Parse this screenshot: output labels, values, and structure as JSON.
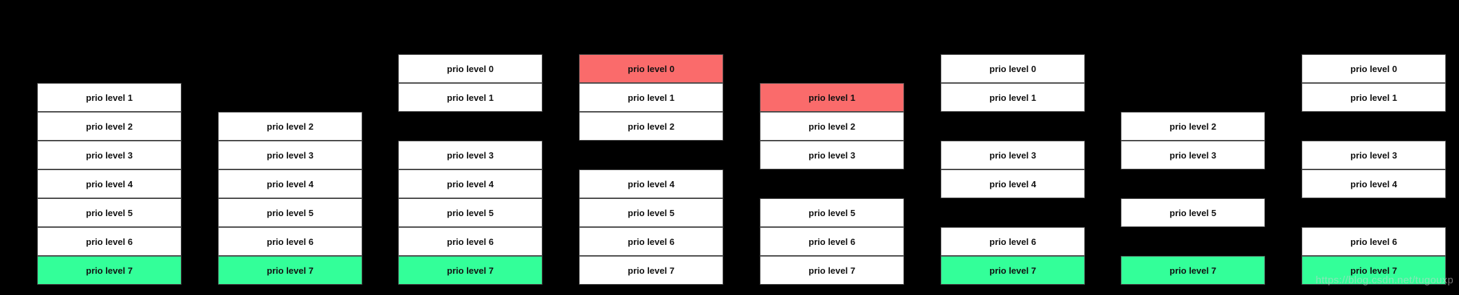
{
  "watermark": {
    "text": "https://blog.csdn.net/tugouxp"
  },
  "colors": {
    "white": "#ffffff",
    "red": "#fa6b6b",
    "green": "#33ff99",
    "background": "#000000",
    "border": "#4a4a4a"
  },
  "columns": [
    {
      "name": "queue-state-1",
      "boxes": [
        {
          "level": 1,
          "label": "prio level 1",
          "fill": "white"
        },
        {
          "level": 2,
          "label": "prio level 2",
          "fill": "white"
        },
        {
          "level": 3,
          "label": "prio level 3",
          "fill": "white"
        },
        {
          "level": 4,
          "label": "prio level 4",
          "fill": "white"
        },
        {
          "level": 5,
          "label": "prio level 5",
          "fill": "white"
        },
        {
          "level": 6,
          "label": "prio level 6",
          "fill": "white"
        },
        {
          "level": 7,
          "label": "prio level 7",
          "fill": "green"
        }
      ]
    },
    {
      "name": "queue-state-2",
      "boxes": [
        {
          "level": 2,
          "label": "prio level 2",
          "fill": "white"
        },
        {
          "level": 3,
          "label": "prio level 3",
          "fill": "white"
        },
        {
          "level": 4,
          "label": "prio level 4",
          "fill": "white"
        },
        {
          "level": 5,
          "label": "prio level 5",
          "fill": "white"
        },
        {
          "level": 6,
          "label": "prio level 6",
          "fill": "white"
        },
        {
          "level": 7,
          "label": "prio level 7",
          "fill": "green"
        }
      ]
    },
    {
      "name": "queue-state-3",
      "boxes": [
        {
          "level": 0,
          "label": "prio level 0",
          "fill": "white"
        },
        {
          "level": 1,
          "label": "prio level 1",
          "fill": "white"
        },
        {
          "level": 3,
          "label": "prio level 3",
          "fill": "white"
        },
        {
          "level": 4,
          "label": "prio level 4",
          "fill": "white"
        },
        {
          "level": 5,
          "label": "prio level 5",
          "fill": "white"
        },
        {
          "level": 6,
          "label": "prio level 6",
          "fill": "white"
        },
        {
          "level": 7,
          "label": "prio level 7",
          "fill": "green"
        }
      ]
    },
    {
      "name": "queue-state-4",
      "boxes": [
        {
          "level": 0,
          "label": "prio level 0",
          "fill": "red"
        },
        {
          "level": 1,
          "label": "prio level 1",
          "fill": "white"
        },
        {
          "level": 2,
          "label": "prio level 2",
          "fill": "white"
        },
        {
          "level": 4,
          "label": "prio level 4",
          "fill": "white"
        },
        {
          "level": 5,
          "label": "prio level 5",
          "fill": "white"
        },
        {
          "level": 6,
          "label": "prio level 6",
          "fill": "white"
        },
        {
          "level": 7,
          "label": "prio level 7",
          "fill": "white"
        }
      ]
    },
    {
      "name": "queue-state-5",
      "boxes": [
        {
          "level": 1,
          "label": "prio level 1",
          "fill": "red"
        },
        {
          "level": 2,
          "label": "prio level 2",
          "fill": "white"
        },
        {
          "level": 3,
          "label": "prio level 3",
          "fill": "white"
        },
        {
          "level": 5,
          "label": "prio level 5",
          "fill": "white"
        },
        {
          "level": 6,
          "label": "prio level 6",
          "fill": "white"
        },
        {
          "level": 7,
          "label": "prio level 7",
          "fill": "white"
        }
      ]
    },
    {
      "name": "queue-state-6",
      "boxes": [
        {
          "level": 0,
          "label": "prio level 0",
          "fill": "white"
        },
        {
          "level": 1,
          "label": "prio level 1",
          "fill": "white"
        },
        {
          "level": 3,
          "label": "prio level 3",
          "fill": "white"
        },
        {
          "level": 4,
          "label": "prio level 4",
          "fill": "white"
        },
        {
          "level": 6,
          "label": "prio level 6",
          "fill": "white"
        },
        {
          "level": 7,
          "label": "prio level 7",
          "fill": "green"
        }
      ]
    },
    {
      "name": "queue-state-7",
      "boxes": [
        {
          "level": 2,
          "label": "prio level 2",
          "fill": "white"
        },
        {
          "level": 3,
          "label": "prio level 3",
          "fill": "white"
        },
        {
          "level": 5,
          "label": "prio level 5",
          "fill": "white"
        },
        {
          "level": 7,
          "label": "prio level 7",
          "fill": "green"
        }
      ]
    },
    {
      "name": "queue-state-8",
      "boxes": [
        {
          "level": 0,
          "label": "prio level 0",
          "fill": "white"
        },
        {
          "level": 1,
          "label": "prio level 1",
          "fill": "white"
        },
        {
          "level": 3,
          "label": "prio level 3",
          "fill": "white"
        },
        {
          "level": 4,
          "label": "prio level 4",
          "fill": "white"
        },
        {
          "level": 6,
          "label": "prio level 6",
          "fill": "white"
        },
        {
          "level": 7,
          "label": "prio level 7",
          "fill": "green"
        }
      ]
    }
  ]
}
